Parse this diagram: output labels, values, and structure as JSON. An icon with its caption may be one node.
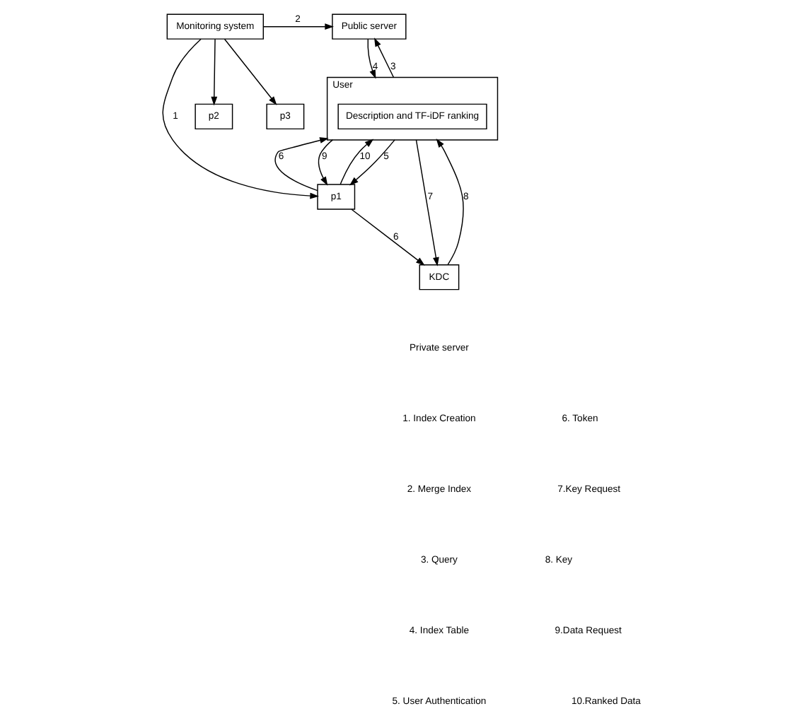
{
  "diagram": {
    "nodes": [
      {
        "text": [
          "Public server"
        ]
      },
      {
        "text": [
          "Monitoring system"
        ]
      },
      {
        "text": [
          "User"
        ]
      },
      {
        "text": [
          "Description and TF-iDF ranking"
        ],
        "in": 2
      },
      {
        "text": [
          "p1"
        ]
      },
      {
        "text": [
          "p2"
        ]
      },
      {
        "text": [
          "p3"
        ]
      },
      {
        "text": [
          "KDC"
        ]
      }
    ],
    "edges": [
      {
        "from": 2,
        "to": 0,
        "arrow": "to",
        "label": "3"
      },
      {
        "from": 0,
        "to": 2,
        "arrow": "to",
        "label": "4"
      },
      {
        "from": 1,
        "to": 0,
        "arrow": "to",
        "label": "2"
      },
      {
        "from": 1,
        "to": 4,
        "arrow": "to",
        "label": "1"
      },
      {
        "from": 1,
        "to": 5,
        "arrow": "to"
      },
      {
        "from": 1,
        "to": 6,
        "arrow": "to"
      },
      {
        "from": 2,
        "to": 4,
        "arrow": "to",
        "label": "5"
      },
      {
        "from": 4,
        "to": 2,
        "arrow": "to",
        "label": "6"
      },
      {
        "from": 2,
        "to": 4,
        "arrow": "to",
        "label": "9"
      },
      {
        "from": 4,
        "to": 2,
        "arrow": "to",
        "label": "10"
      },
      {
        "from": 2,
        "to": 7,
        "arrow": "to",
        "label": "7"
      },
      {
        "from": 7,
        "to": 2,
        "arrow": "to",
        "label": "8"
      },
      {
        "from": 4,
        "to": 7,
        "arrow": "to",
        "label": "6"
      }
    ],
    "labels": [
      "Private server",
      "1. Index Creation",
      "6. Token",
      "2. Merge Index",
      "7.Key Request",
      "3. Query",
      "8. Key",
      "4. Index Table",
      "9.Data Request",
      "5. User Authentication",
      "10.Ranked Data"
    ]
  }
}
